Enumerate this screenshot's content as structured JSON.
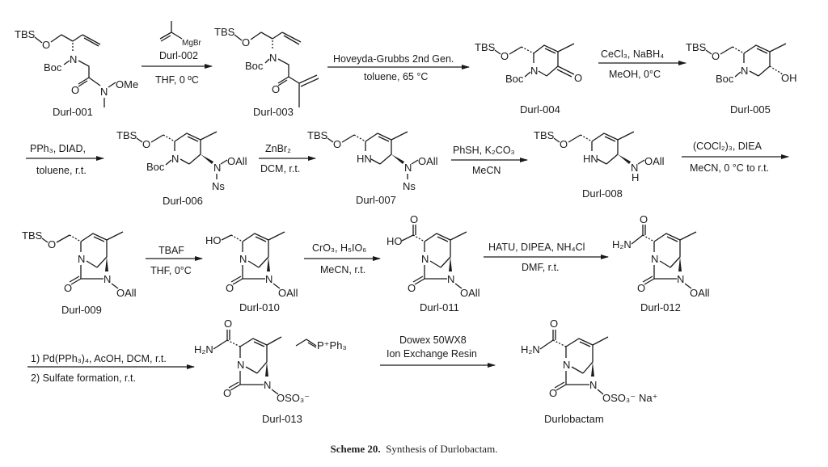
{
  "compounds": {
    "c1": {
      "label": "Durl-001"
    },
    "c2": {
      "label": "Durl-002",
      "formula": "MgBr"
    },
    "c3": {
      "label": "Durl-003"
    },
    "c4": {
      "label": "Durl-004"
    },
    "c5": {
      "label": "Durl-005"
    },
    "c6": {
      "label": "Durl-006"
    },
    "c7": {
      "label": "Durl-007"
    },
    "c8": {
      "label": "Durl-008"
    },
    "c9": {
      "label": "Durl-009"
    },
    "c10": {
      "label": "Durl-010"
    },
    "c11": {
      "label": "Durl-011"
    },
    "c12": {
      "label": "Durl-012"
    },
    "c13": {
      "label": "Durl-013"
    },
    "final": {
      "label": "Durlobactam"
    }
  },
  "atoms": {
    "tbs": "TBS",
    "o": "O",
    "n": "N",
    "boc": "Boc",
    "ome": "OMe",
    "oh": "OH",
    "oall": "OAll",
    "ns": "Ns",
    "hn": "HN",
    "h": "H",
    "ho": "HO",
    "h2n": "H₂N",
    "oso3": "OSO₃⁻",
    "na": "Na⁺",
    "pph3": "P⁺Ph₃"
  },
  "reactions": [
    {
      "above": "Durl-002",
      "below": "THF, 0 ºC"
    },
    {
      "above": "Hoveyda-Grubbs 2nd Gen.",
      "below": "toluene, 65 °C"
    },
    {
      "above": "CeCl₃, NaBH₄",
      "below": "MeOH, 0°C"
    },
    {
      "above": "PPh₃, DIAD,",
      "below": "toluene, r.t."
    },
    {
      "above": "ZnBr₂",
      "below": "DCM, r.t."
    },
    {
      "above": "PhSH, K₂CO₃",
      "below": "MeCN"
    },
    {
      "above": "(COCl₂)₃, DIEA",
      "below": "MeCN, 0 °C to r.t."
    },
    {
      "above": "TBAF",
      "below": "THF, 0°C"
    },
    {
      "above": "CrO₃, H₅IO₆",
      "below": "MeCN, r.t."
    },
    {
      "above": "HATU, DIPEA, NH₄Cl",
      "below": "DMF, r.t."
    },
    {
      "above": "1) Pd(PPh₃)₄, AcOH, DCM, r.t.",
      "below": "2) Sulfate formation, r.t."
    },
    {
      "above": "Dowex 50WX8",
      "above2": "Ion Exchange Resin",
      "below": ""
    }
  ],
  "caption": {
    "label": "Scheme 20.",
    "text": "Synthesis of Durlobactam."
  }
}
